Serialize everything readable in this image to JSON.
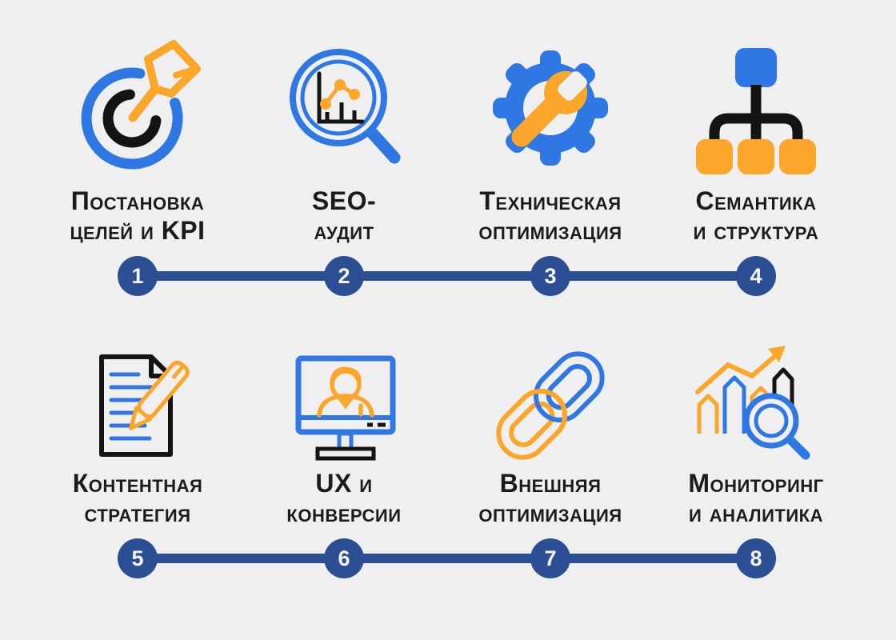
{
  "infographic": {
    "topic": "SEO process steps",
    "background_color": "#efeff0",
    "colors": {
      "accent_blue": "#2f77e3",
      "accent_orange": "#f9a62b",
      "timeline_navy": "#2b4f92",
      "icon_black": "#141414",
      "label_text": "#1b1b1d",
      "number_text": "#f2f4f7"
    }
  },
  "steps": [
    {
      "number": "1",
      "label_line1": "Постановка",
      "label_line2": "целей и KPI",
      "icon": "target-arrow-icon"
    },
    {
      "number": "2",
      "label_line1": "SEO-",
      "label_line2": "аудит",
      "icon": "magnifier-chart-icon"
    },
    {
      "number": "3",
      "label_line1": "Техническая",
      "label_line2": "оптимизация",
      "icon": "gear-wrench-icon"
    },
    {
      "number": "4",
      "label_line1": "Семантика",
      "label_line2": "и структура",
      "icon": "sitemap-icon"
    },
    {
      "number": "5",
      "label_line1": "Контентная",
      "label_line2": "стратегия",
      "icon": "document-pen-icon"
    },
    {
      "number": "6",
      "label_line1": "UX и",
      "label_line2": "конверсии",
      "icon": "monitor-user-icon"
    },
    {
      "number": "7",
      "label_line1": "Внешняя",
      "label_line2": "оптимизация",
      "icon": "chain-links-icon"
    },
    {
      "number": "8",
      "label_line1": "Мониторинг",
      "label_line2": "и аналитика",
      "icon": "chart-magnifier-icon"
    }
  ]
}
